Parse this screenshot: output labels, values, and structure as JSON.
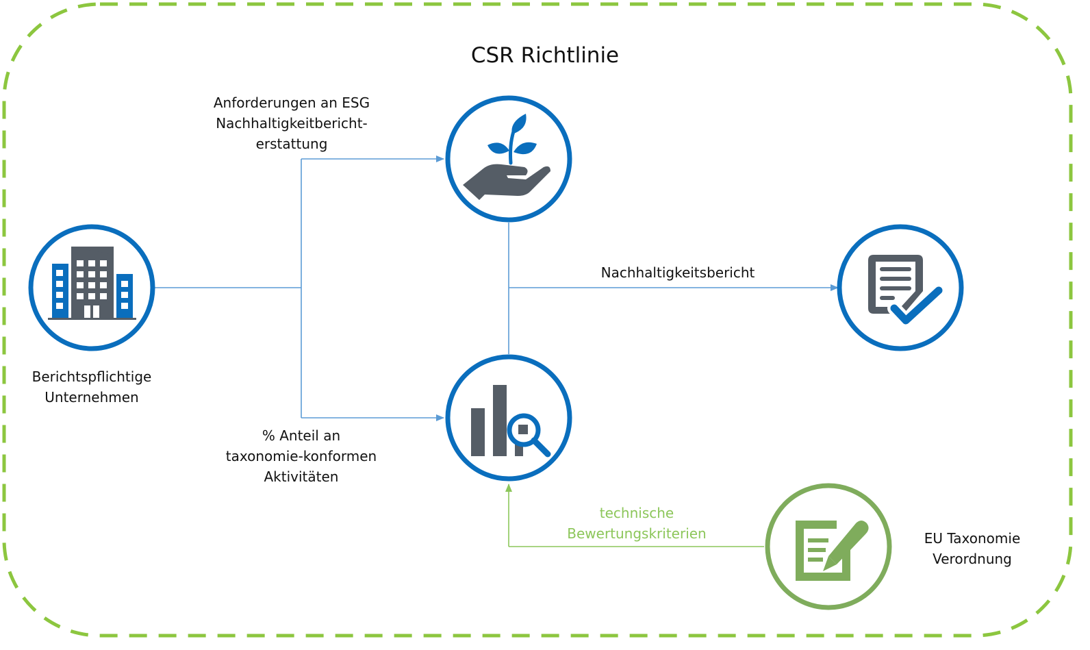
{
  "title": "CSR Richtlinie",
  "colors": {
    "frame": "#8cc63f",
    "ring": "#0a6ebd",
    "icon_gray": "#555d66",
    "icon_blue": "#0a6ebd",
    "connector_blue": "#5b9bd5",
    "connector_green": "#8cc65a",
    "eu_ring": "#7fac5c"
  },
  "nodes": {
    "company": {
      "icon": "office-building-icon",
      "label_lines": [
        "Berichtspflichtige",
        "Unternehmen"
      ]
    },
    "esg": {
      "icon": "hand-plant-icon"
    },
    "analysis": {
      "icon": "bar-chart-magnifier-icon"
    },
    "report": {
      "icon": "document-checkmark-icon"
    },
    "eu_taxonomy": {
      "icon": "document-pen-icon",
      "label_lines": [
        "EU Taxonomie",
        "Verordnung"
      ]
    }
  },
  "edges": {
    "esg_requirements": {
      "label_lines": [
        "Anforderungen an ESG",
        "Nachhaltigkeitbericht-",
        "erstattung"
      ]
    },
    "taxonomy_share": {
      "label_lines": [
        "% Anteil an",
        "taxonomie-konformen",
        "Aktivitäten"
      ]
    },
    "sustainability_report": {
      "label_lines": [
        "Nachhaltigkeitsbericht"
      ]
    },
    "technical_criteria": {
      "label_lines": [
        "technische",
        "Bewertungskriterien"
      ]
    }
  }
}
